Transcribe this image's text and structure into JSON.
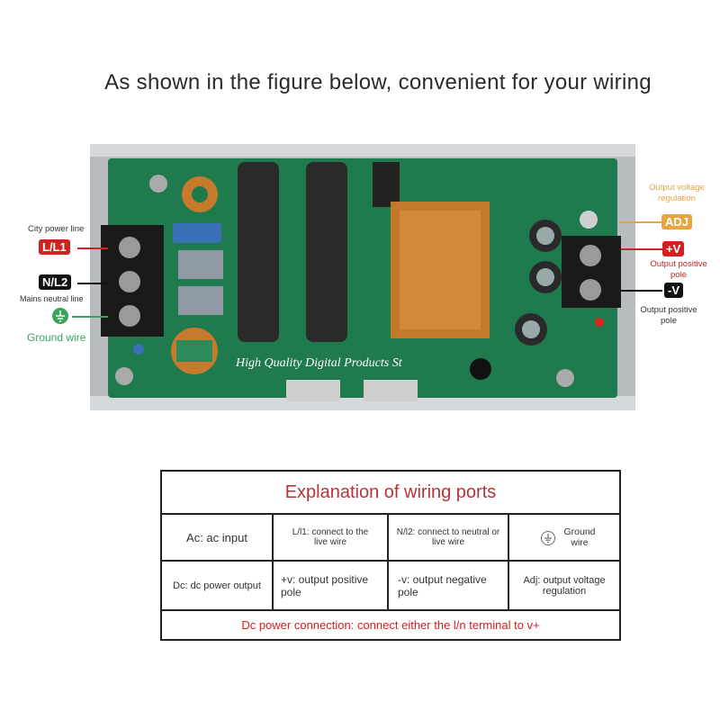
{
  "headline": "As shown in the figure below, convenient for your wiring",
  "left_labels": {
    "city_power": "City power line",
    "l1_tag": "L/L1",
    "n2_tag": "N/L2",
    "mains_neutral": "Mains neutral line",
    "ground": "Ground wire"
  },
  "right_labels": {
    "adj_caption": "Output voltage regulation",
    "adj_tag": "ADJ",
    "pos_tag": "+V",
    "pos_caption": "Output positive pole",
    "neg_tag": "-V",
    "neg_caption": "Output positive pole"
  },
  "watermark": "High Quality Digital Products St",
  "table": {
    "title": "Explanation of wiring ports",
    "row1": [
      "Ac: ac input",
      "L/l1: connect to the live wire",
      "N/l2: connect to neutral or live wire",
      "Ground wire"
    ],
    "row2": [
      "Dc: dc power output",
      "+v: output positive pole",
      "-v: output negative pole",
      "Adj: output voltage regulation"
    ],
    "footer": "Dc power connection: connect either the l/n terminal to v+"
  },
  "colors": {
    "red": "#d42020",
    "black": "#111111",
    "green": "#3aa55a",
    "orange": "#e9a441",
    "title_red": "#b8323a",
    "pcb": "#1f7a4e"
  }
}
